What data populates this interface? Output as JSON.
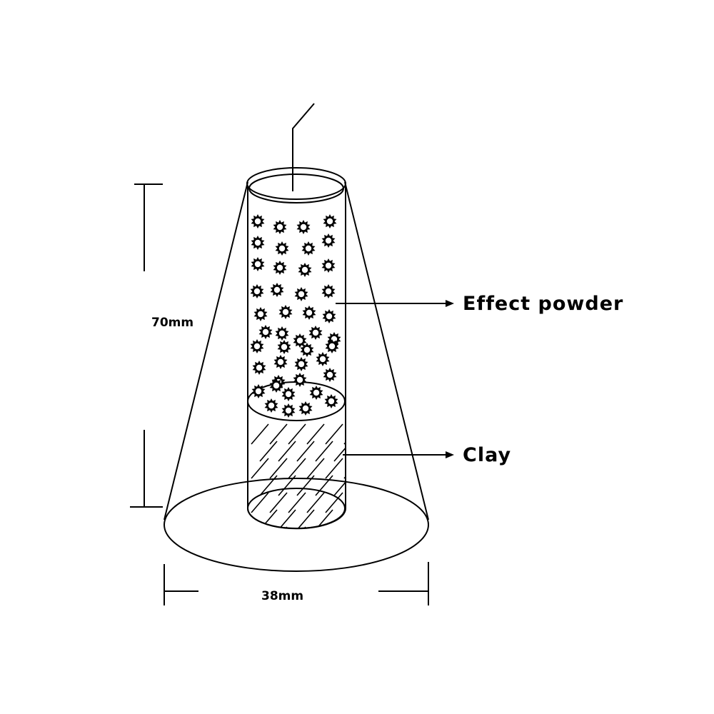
{
  "labels": {
    "effect_powder": "Effect powder",
    "clay": "Clay",
    "height": "70mm",
    "diameter": "38mm"
  },
  "colors": {
    "line": "#000000",
    "background": "#ffffff"
  }
}
